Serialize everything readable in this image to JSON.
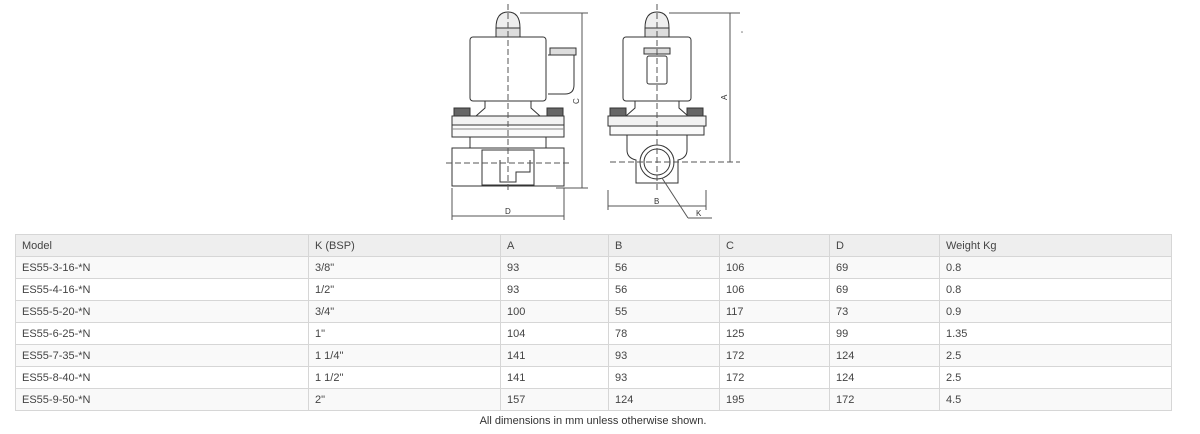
{
  "drawing": {
    "labels": {
      "c": "C",
      "d": "D",
      "a": "A",
      "b": "B",
      "k": "K"
    }
  },
  "table": {
    "headers": [
      "Model",
      "K (BSP)",
      "A",
      "B",
      "C",
      "D",
      "Weight Kg"
    ],
    "rows": [
      [
        "ES55-3-16-*N",
        "3/8\"",
        "93",
        "56",
        "106",
        "69",
        "0.8"
      ],
      [
        "ES55-4-16-*N",
        "1/2\"",
        "93",
        "56",
        "106",
        "69",
        "0.8"
      ],
      [
        "ES55-5-20-*N",
        "3/4\"",
        "100",
        "55",
        "117",
        "73",
        "0.9"
      ],
      [
        "ES55-6-25-*N",
        "1\"",
        "104",
        "78",
        "125",
        "99",
        "1.35"
      ],
      [
        "ES55-7-35-*N",
        "1 1/4\"",
        "141",
        "93",
        "172",
        "124",
        "2.5"
      ],
      [
        "ES55-8-40-*N",
        "1 1/2\"",
        "141",
        "93",
        "172",
        "124",
        "2.5"
      ],
      [
        "ES55-9-50-*N",
        "2\"",
        "157",
        "124",
        "195",
        "172",
        "4.5"
      ]
    ]
  },
  "note": "All dimensions in mm unless otherwise shown.",
  "colors": {
    "header_bg": "#eeeeee",
    "row_odd_bg": "#f9f9f9",
    "row_even_bg": "#ffffff",
    "border": "#d6d6d6",
    "text": "#444444"
  }
}
